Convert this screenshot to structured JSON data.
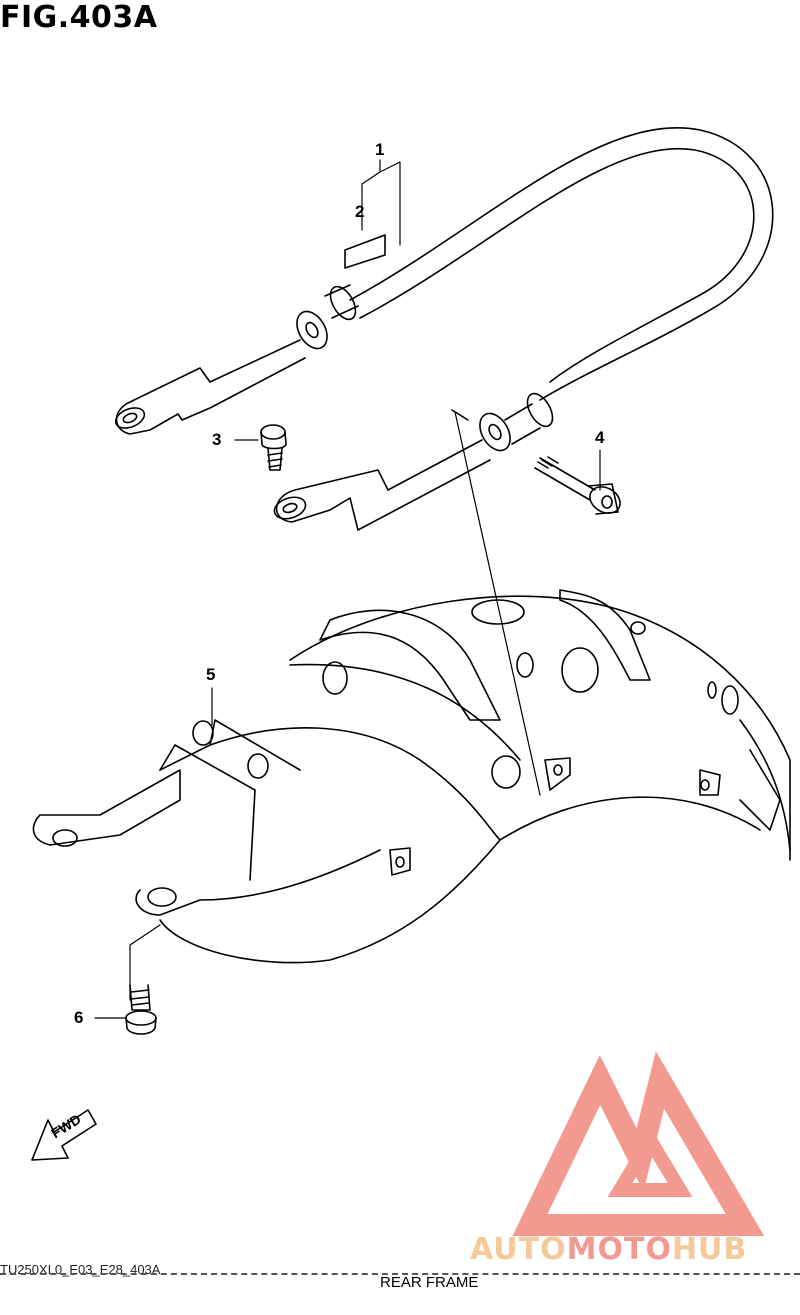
{
  "figure": {
    "title": "FIG.403A",
    "footer_code": "TU250XL0_E03_E28_403A",
    "footer_title": "REAR FRAME",
    "direction_label": "FWD"
  },
  "callouts": [
    {
      "id": "1",
      "label": "1"
    },
    {
      "id": "2",
      "label": "2"
    },
    {
      "id": "3",
      "label": "3"
    },
    {
      "id": "4",
      "label": "4"
    },
    {
      "id": "5",
      "label": "5"
    },
    {
      "id": "6",
      "label": "6"
    }
  ],
  "watermark": {
    "part_a": "AUTO",
    "part_b": "MOTO",
    "part_c": "HUB",
    "color_logo": "#f29a90",
    "color_text": "#f6c89a"
  }
}
